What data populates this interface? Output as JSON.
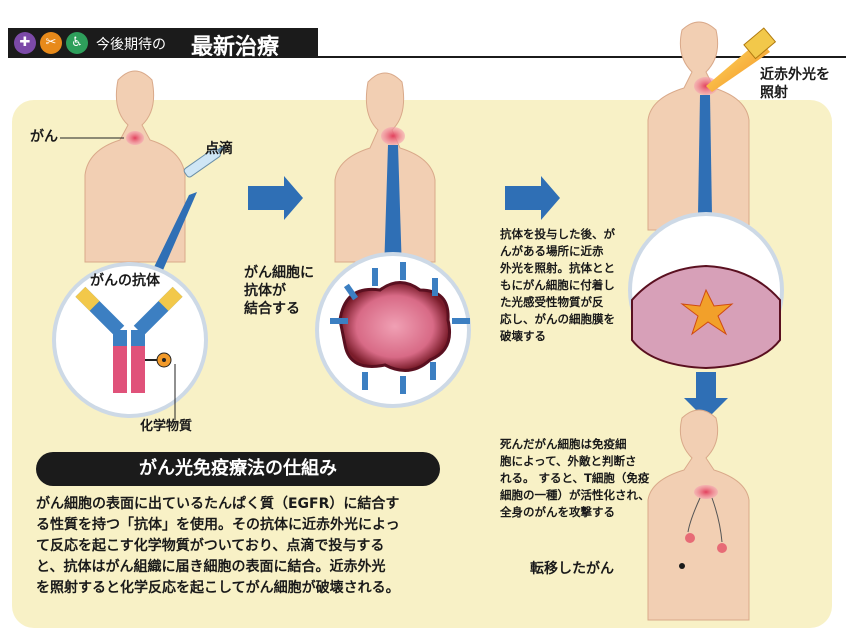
{
  "header": {
    "subtitle": "今後期待の",
    "title": "最新治療",
    "icons": [
      "medicine-bag-icon",
      "scissors-icon",
      "wheelchair-icon"
    ],
    "icon_colors": [
      "#7c4aa8",
      "#e88a1a",
      "#2e9f5b"
    ]
  },
  "labels": {
    "cancer": "がん",
    "drip": "点滴",
    "antibody": "がんの抗体",
    "chemical": "化学物質",
    "binding": [
      "がん細胞に",
      "抗体が",
      "結合する"
    ],
    "nir_light": [
      "近赤外光を",
      "照射"
    ],
    "step3": [
      "抗体を投与した後、が",
      "んがある場所に近赤",
      "外光を照射。抗体とと",
      "もにがん細胞に付着し",
      "た光感受性物質が反",
      "応し、がんの細胞膜を",
      "破壊する"
    ],
    "step4": [
      "死んだがん細胞は免疫細",
      "胞によって、外敵と判断さ",
      "れる。 すると、T細胞（免疫",
      "細胞の一種）が活性化され、",
      "全身のがんを攻撃する"
    ],
    "metastasis": "転移したがん"
  },
  "summary": {
    "title": "がん光免疫療法の仕組み",
    "lines": [
      "がん細胞の表面に出ているたんぱく質（EGFR）に結合す",
      "る性質を持つ「抗体」を使用。その抗体に近赤外光によっ",
      "て反応を起こす化学物質がついており、点滴で投与する",
      "と、抗体はがん組織に届き細胞の表面に結合。近赤外光",
      "を照射すると化学反応を起こしてがん細胞が破壊される。"
    ]
  },
  "colors": {
    "panel": "#f8f1c6",
    "skin": "#f2cfb3",
    "arrow": "#2f6fb5",
    "tumor": "#e8627a"
  }
}
